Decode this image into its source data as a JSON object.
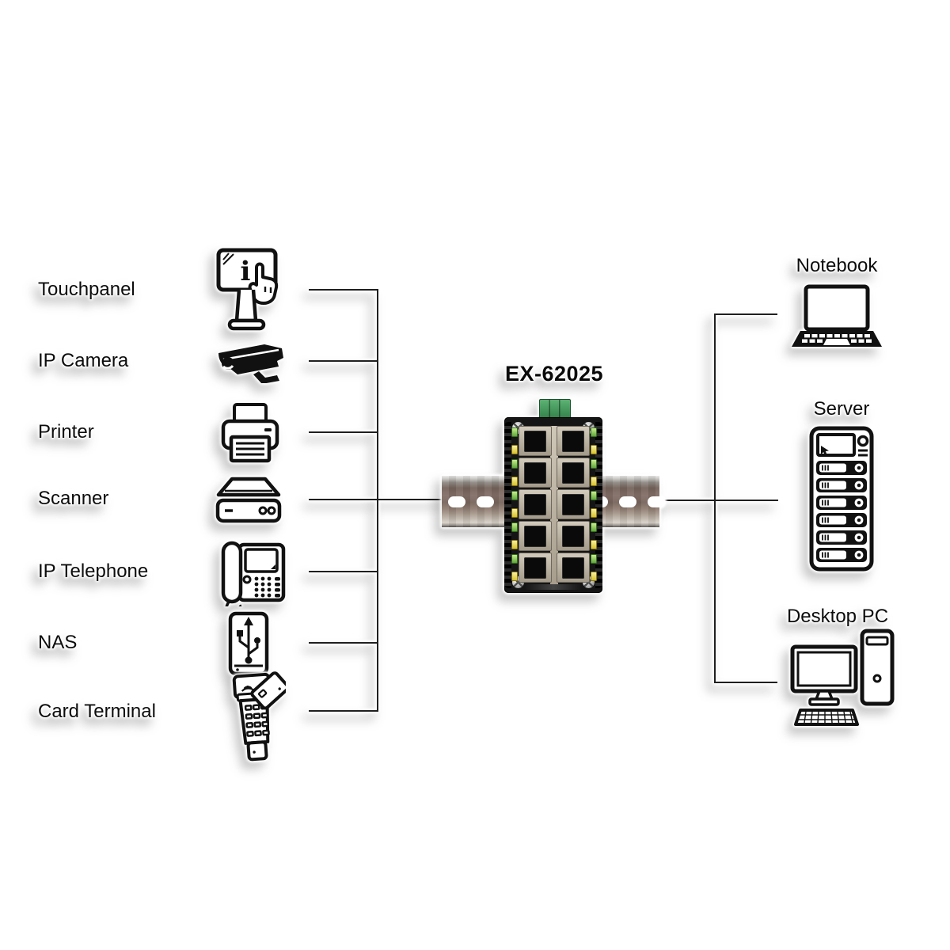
{
  "diagram": {
    "title": "EX-62025",
    "left_devices": [
      {
        "label": "Touchpanel",
        "icon": "touchpanel-icon"
      },
      {
        "label": "IP Camera",
        "icon": "cctv-camera-icon"
      },
      {
        "label": "Printer",
        "icon": "printer-icon"
      },
      {
        "label": "Scanner",
        "icon": "scanner-icon"
      },
      {
        "label": "IP Telephone",
        "icon": "ip-telephone-icon"
      },
      {
        "label": "NAS",
        "icon": "nas-drive-icon"
      },
      {
        "label": "Card Terminal",
        "icon": "card-terminal-icon"
      }
    ],
    "right_devices": [
      {
        "label": "Notebook",
        "icon": "notebook-icon"
      },
      {
        "label": "Server",
        "icon": "server-icon"
      },
      {
        "label": "Desktop PC",
        "icon": "desktop-pc-icon"
      }
    ],
    "switch": {
      "model": "EX-62025",
      "port_count": 10,
      "port_rows": 5
    },
    "colors": {
      "line": "#1f1f1f",
      "label_text": "#0c0c0c",
      "terminal_block_green": "#3d9e57",
      "led_green": "#86d14e",
      "led_yellow": "#e0ca32",
      "rail_metal": "#84706a",
      "switch_body": "#151515",
      "port_metal": "#bdb4a4"
    }
  }
}
